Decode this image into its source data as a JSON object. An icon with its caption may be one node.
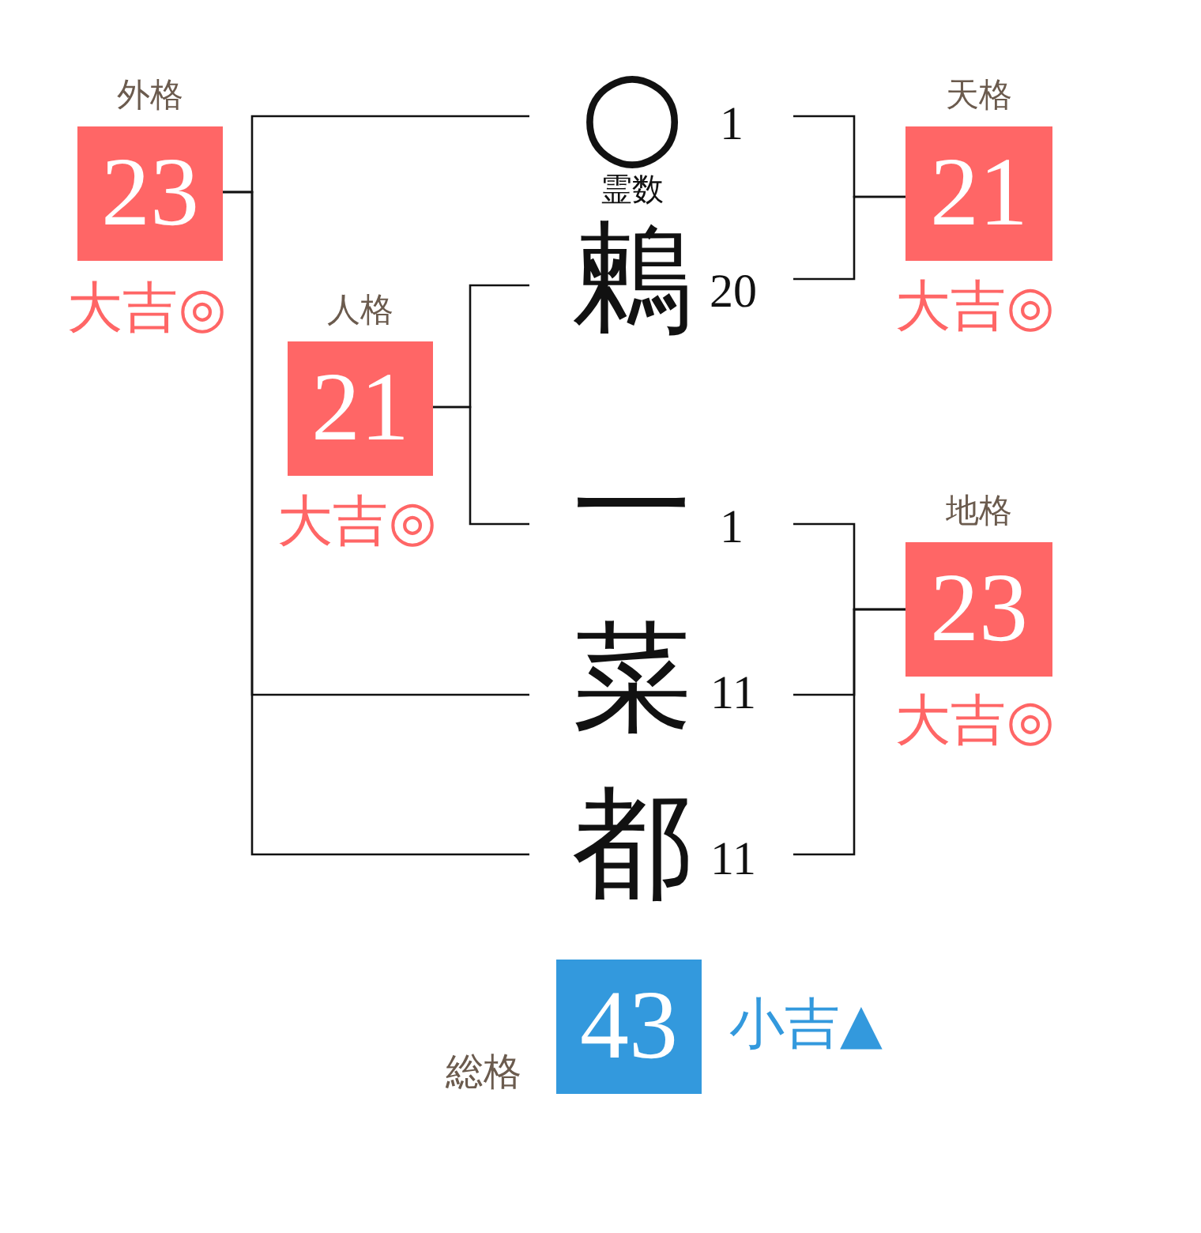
{
  "diagram": {
    "nodes": [
      {
        "text": [
          "外格",
          "23"
        ],
        "beside": [
          "大吉◎"
        ]
      },
      {
        "text": [
          "○"
        ],
        "beside": [
          "1",
          "霊数"
        ]
      },
      {
        "text": [
          "天格",
          "21"
        ],
        "beside": [
          "大吉◎"
        ]
      },
      {
        "text": [
          "人格",
          "21"
        ],
        "beside": [
          "大吉◎"
        ]
      },
      {
        "text": [
          "鶫"
        ],
        "beside": [
          "20"
        ]
      },
      {
        "text": [
          "一"
        ],
        "beside": [
          "1"
        ]
      },
      {
        "text": [
          "地格",
          "23"
        ],
        "beside": [
          "大吉◎"
        ]
      },
      {
        "text": [
          "菜"
        ],
        "beside": [
          "11"
        ]
      },
      {
        "text": [
          "都"
        ],
        "beside": [
          "11"
        ]
      },
      {
        "text": [
          "総格",
          "43"
        ],
        "beside": [
          "小吉▲"
        ]
      }
    ],
    "edges": [
      {
        "from": 0,
        "to": 1,
        "arrow": "none"
      },
      {
        "from": 0,
        "to": 7,
        "arrow": "none"
      },
      {
        "from": 0,
        "to": 8,
        "arrow": "none"
      },
      {
        "from": 3,
        "to": 4,
        "arrow": "none"
      },
      {
        "from": 3,
        "to": 5,
        "arrow": "none"
      },
      {
        "from": 1,
        "to": 2,
        "arrow": "none"
      },
      {
        "from": 4,
        "to": 2,
        "arrow": "none"
      },
      {
        "from": 5,
        "to": 6,
        "arrow": "none"
      },
      {
        "from": 7,
        "to": 6,
        "arrow": "none"
      },
      {
        "from": 8,
        "to": 6,
        "arrow": "none"
      }
    ]
  }
}
